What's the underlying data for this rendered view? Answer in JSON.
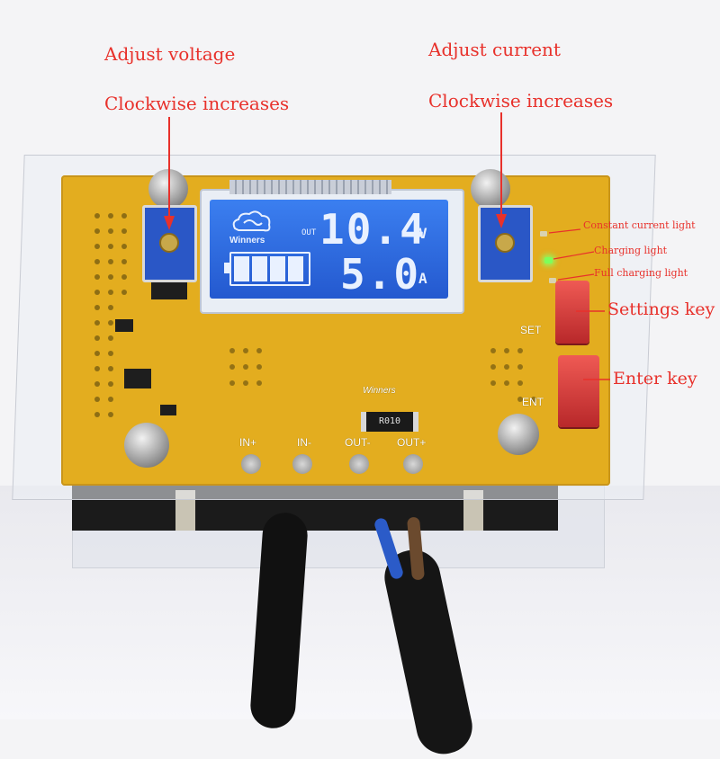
{
  "annotations": {
    "adjust_voltage": "Adjust voltage",
    "voltage_clockwise": "Clockwise increases",
    "adjust_current": "Adjust current",
    "current_clockwise": "Clockwise increases",
    "constant_current_light": "Constant current light",
    "charging_light": "Charging light",
    "full_charging_light": "Full charging light",
    "settings_key": "Settings key",
    "enter_key": "Enter key"
  },
  "lcd": {
    "brand": "Winners",
    "out_label": "OUT",
    "voltage": "10.4",
    "voltage_unit": "V",
    "current": "5.0",
    "current_unit": "A",
    "battery_level": 1.0
  },
  "board": {
    "brand": "Winners",
    "resistor": "R010",
    "in_plus": "IN+",
    "in_minus": "IN-",
    "out_minus": "OUT-",
    "out_plus": "OUT+",
    "set": "SET",
    "ent": "ENT"
  },
  "colors": {
    "annotation": "#e8312b",
    "pcb": "#e3ad1f",
    "lcd": "#2f6fe0",
    "trimpot": "#2a57c6",
    "button": "#d83a3a",
    "led_on": "#7dff5a"
  }
}
